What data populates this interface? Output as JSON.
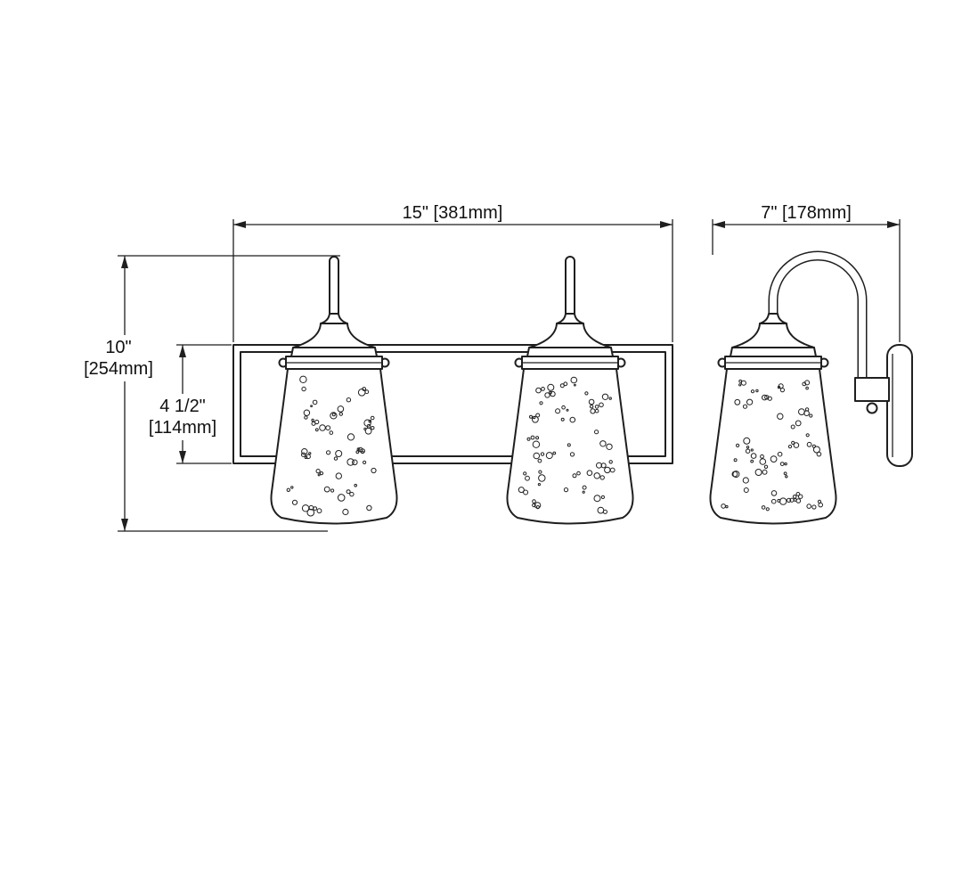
{
  "diagram": {
    "front_view": {
      "width_label": "15\" [381mm]",
      "height_label_in": "10\"",
      "height_label_mm": "[254mm]",
      "backplate_height_label_in": "4 1/2\"",
      "backplate_height_label_mm": "[114mm]"
    },
    "side_view": {
      "depth_label": "7\" [178mm]"
    }
  }
}
